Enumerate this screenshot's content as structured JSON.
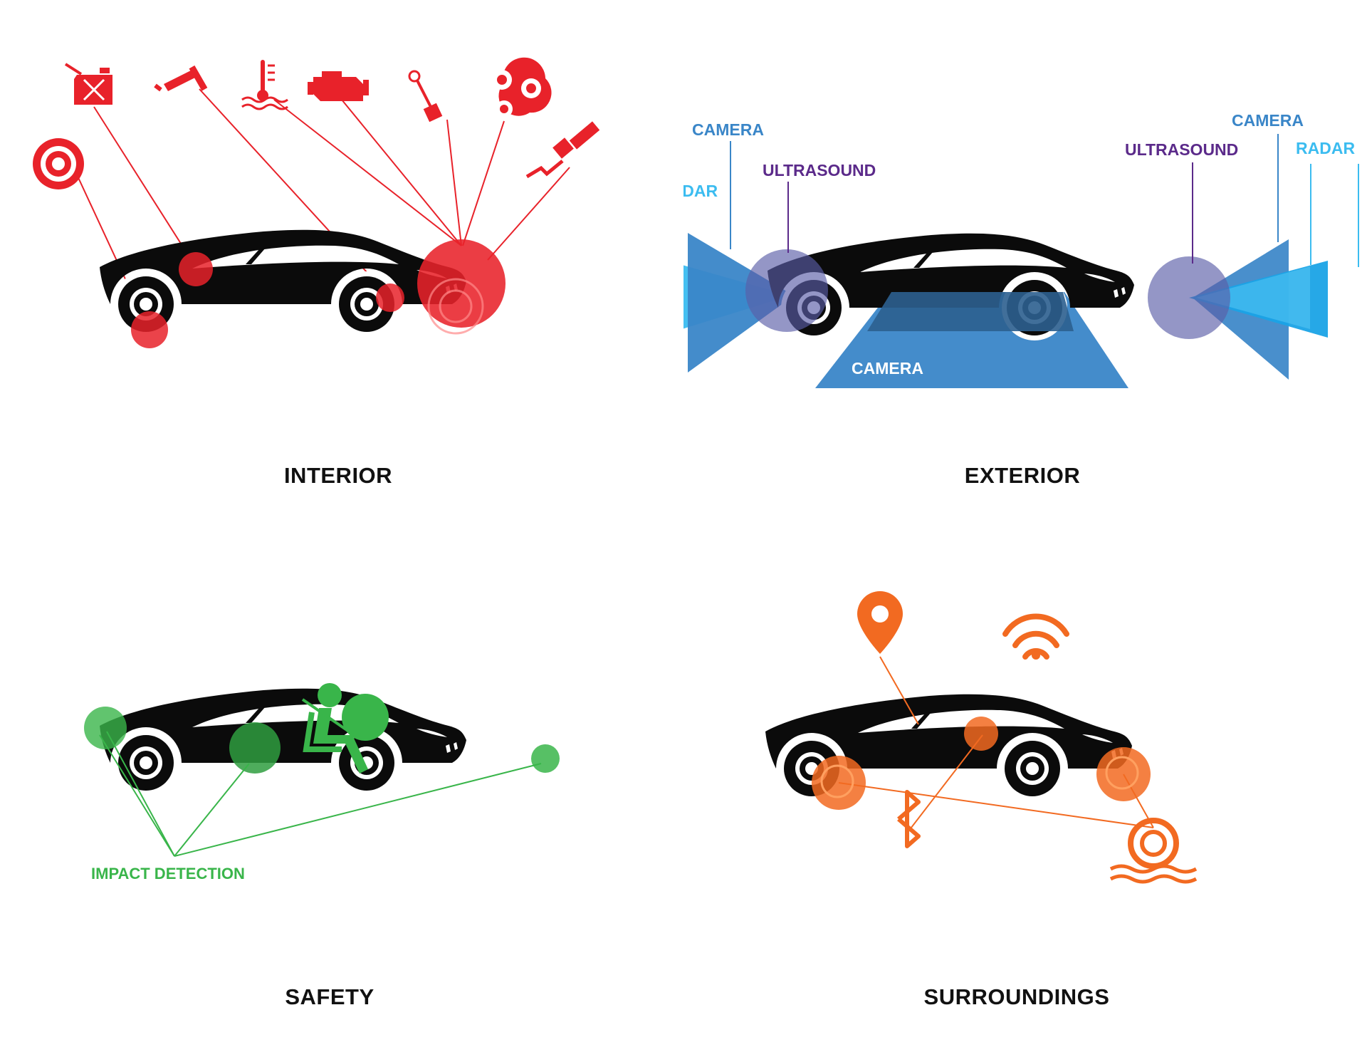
{
  "colors": {
    "car": "#0b0b0b",
    "interior": "#e8222a",
    "exterior_light": "#3bbcf0",
    "exterior_mid": "#3a86c8",
    "ultrasound": "#5b2a8a",
    "safety": "#39b54a",
    "surroundings": "#f26a21"
  },
  "panels": {
    "interior": {
      "title": "INTERIOR",
      "icons": [
        "target-icon",
        "fuel-can-icon",
        "wiper-icon",
        "coolant-temperature-icon",
        "engine-icon",
        "piston-icon",
        "belt-pulley-icon",
        "spark-plug-icon"
      ]
    },
    "exterior": {
      "title": "EXTERIOR",
      "labels": {
        "radar_left": "RADAR",
        "camera_left": "CAMERA",
        "ultrasound_left": "ULTRASOUND",
        "ultrasound_right": "ULTRASOUND",
        "camera_right": "CAMERA",
        "radar_right": "RADAR",
        "camera_bottom": "CAMERA"
      }
    },
    "safety": {
      "title": "SAFETY",
      "label": "IMPACT DETECTION",
      "icons": [
        "seated-passenger-icon",
        "airbag-icon"
      ]
    },
    "surroundings": {
      "title": "SURROUNDINGS",
      "icons": [
        "location-pin-icon",
        "wifi-icon",
        "bluetooth-icon",
        "tire-water-icon"
      ]
    }
  }
}
